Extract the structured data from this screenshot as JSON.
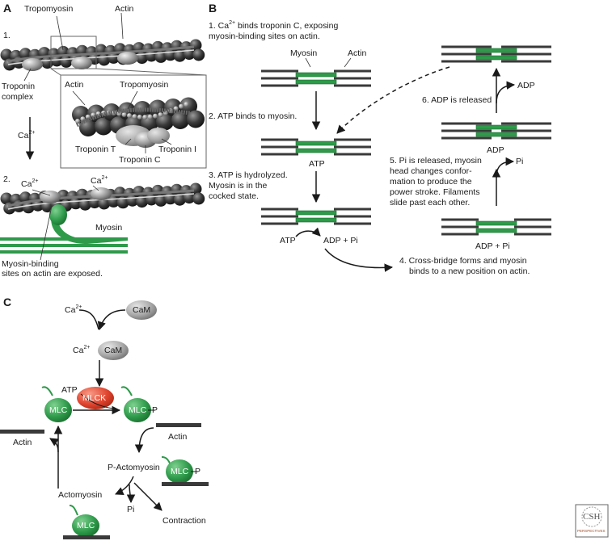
{
  "panels": {
    "a": "A",
    "b": "B",
    "c": "C"
  },
  "panel_a": {
    "step1_num": "1.",
    "step2_num": "2.",
    "tropomyosin": "Tropomyosin",
    "actin": "Actin",
    "troponin_complex_l1": "Troponin",
    "troponin_complex_l2": "complex",
    "ca_arrow": "Ca",
    "ca_sup": "2+",
    "inset_actin": "Actin",
    "inset_tropomyosin": "Tropomyosin",
    "troponin_t": "Troponin T",
    "troponin_i": "Troponin I",
    "troponin_c": "Troponin C",
    "ca_label_1": "Ca",
    "ca_label_2": "Ca",
    "myosin": "Myosin",
    "binding_l1": "Myosin-binding",
    "binding_l2": "sites on actin are exposed."
  },
  "panel_b": {
    "step1_l1_pre": "1. Ca",
    "step1_sup": "2+",
    "step1_l1_post": " binds troponin C, exposing",
    "step1_l2": "myosin-binding sites on actin.",
    "myosin": "Myosin",
    "actin": "Actin",
    "step2": "2. ATP binds to myosin.",
    "atp": "ATP",
    "step3_l1": "3. ATP is hydrolyzed.",
    "step3_l2": "Myosin is in the",
    "step3_l3": "cocked state.",
    "atp2": "ATP",
    "adp_pi": "ADP + Pi",
    "step4_l1": "4. Cross-bridge forms and myosin",
    "step4_l2": "binds to a new position on actin.",
    "adp_pi_2": "ADP + Pi",
    "pi": "Pi",
    "step5_l1": "5. Pi is released, myosin",
    "step5_l2": "head changes confor-",
    "step5_l3": "mation to produce the",
    "step5_l4": "power stroke. Filaments",
    "step5_l5": "slide past each other.",
    "adp": "ADP",
    "adp_out": "ADP",
    "step6": "6. ADP is released"
  },
  "panel_c": {
    "ca": "Ca",
    "ca_sup": "2+",
    "cam": "CaM",
    "ca2": "Ca",
    "cam2": "CaM",
    "atp": "ATP",
    "mlck": "MLCK",
    "mlc": "MLC",
    "mlc_p": "MLC",
    "p": "P",
    "actin_left": "Actin",
    "actin_right": "Actin",
    "p_actomyosin": "P-Actomyosin",
    "mlc_p2": "MLC",
    "p2": "P",
    "actomyosin": "Actomyosin",
    "pi": "Pi",
    "contraction": "Contraction",
    "mlc_bottom": "MLC"
  },
  "logo": {
    "l1": "CSH",
    "l2": "PERSPECTIVES"
  },
  "colors": {
    "green": "#2e9a4a",
    "dark_green": "#1b6b30",
    "red": "#e0442e",
    "gray": "#9a9a9a",
    "dark": "#333333"
  }
}
